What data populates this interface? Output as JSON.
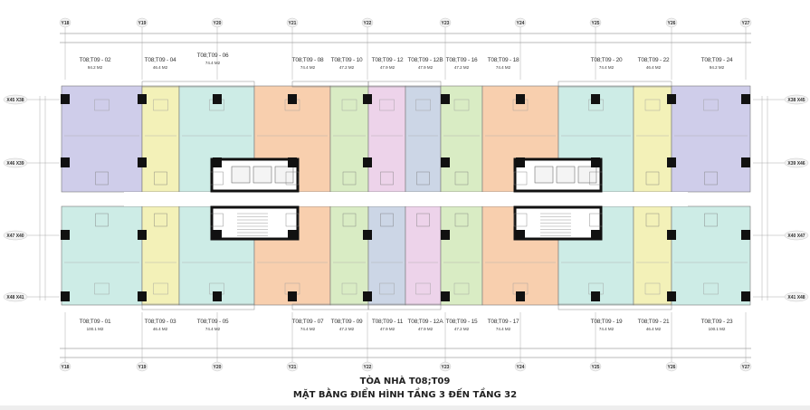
{
  "title": {
    "line1": "TÒA NHÀ T08;T09",
    "line2": "MẶT BẰNG ĐIỂN HÌNH TẦNG 3 ĐẾN TẦNG 32"
  },
  "grid_columns": [
    "Y18",
    "Y19",
    "Y20",
    "Y21",
    "Y22",
    "Y23",
    "Y24",
    "Y25",
    "Y26",
    "Y27"
  ],
  "grid_rows_left": [
    "X45 X38",
    "X46 X39",
    "X47 X40",
    "X48 X41"
  ],
  "grid_rows_right": [
    "X38 X45",
    "X39 X46",
    "X40 X47",
    "X41 X48"
  ],
  "units_top": [
    {
      "name": "T08;T09 - 02",
      "area": "94.2 M2",
      "color": "#cfcdea"
    },
    {
      "name": "T08;T09 - 04",
      "area": "46.4 M2",
      "color": "#f3f1b8"
    },
    {
      "name": "T08;T09 - 06",
      "area": "74.4 M2",
      "color": "#cdece6"
    },
    {
      "name": "T08;T09 - 08",
      "area": "74.4 M2",
      "color": "#f8cfae"
    },
    {
      "name": "T08;T09 - 10",
      "area": "47.2 M2",
      "color": "#d9ecc4"
    },
    {
      "name": "T08;T09 - 12",
      "area": "47.9 M2",
      "color": "#edd3ea"
    },
    {
      "name": "T08;T09 - 12B",
      "area": "47.9 M2",
      "color": "#ccd6e6"
    },
    {
      "name": "T08;T09 - 16",
      "area": "47.2 M2",
      "color": "#d9ecc4"
    },
    {
      "name": "T08;T09 - 18",
      "area": "74.4 M2",
      "color": "#f8cfae"
    },
    {
      "name": "T08;T09 - 20",
      "area": "74.4 M2",
      "color": "#cdece6"
    },
    {
      "name": "T08;T09 - 22",
      "area": "46.4 M2",
      "color": "#f3f1b8"
    },
    {
      "name": "T08;T09 - 24",
      "area": "94.2 M2",
      "color": "#cfcdea"
    }
  ],
  "units_bottom": [
    {
      "name": "T08;T09 - 01",
      "area": "100.1 M2",
      "color": "#cdece6"
    },
    {
      "name": "T08;T09 - 03",
      "area": "46.4 M2",
      "color": "#f3f1b8"
    },
    {
      "name": "T08;T09 - 05",
      "area": "74.4 M2",
      "color": "#cdece6"
    },
    {
      "name": "T08;T09 - 07",
      "area": "74.4 M2",
      "color": "#f8cfae"
    },
    {
      "name": "T08;T09 - 09",
      "area": "47.2 M2",
      "color": "#d9ecc4"
    },
    {
      "name": "T08;T09 - 11",
      "area": "47.9 M2",
      "color": "#ccd6e6"
    },
    {
      "name": "T08;T09 - 12A",
      "area": "47.9 M2",
      "color": "#edd3ea"
    },
    {
      "name": "T08;T09 - 15",
      "area": "47.2 M2",
      "color": "#d9ecc4"
    },
    {
      "name": "T08;T09 - 17",
      "area": "74.4 M2",
      "color": "#f8cfae"
    },
    {
      "name": "T08;T09 - 19",
      "area": "74.4 M2",
      "color": "#cdece6"
    },
    {
      "name": "T08;T09 - 21",
      "area": "46.4 M2",
      "color": "#f3f1b8"
    },
    {
      "name": "T08;T09 - 23",
      "area": "100.1 M2",
      "color": "#cdece6"
    }
  ]
}
